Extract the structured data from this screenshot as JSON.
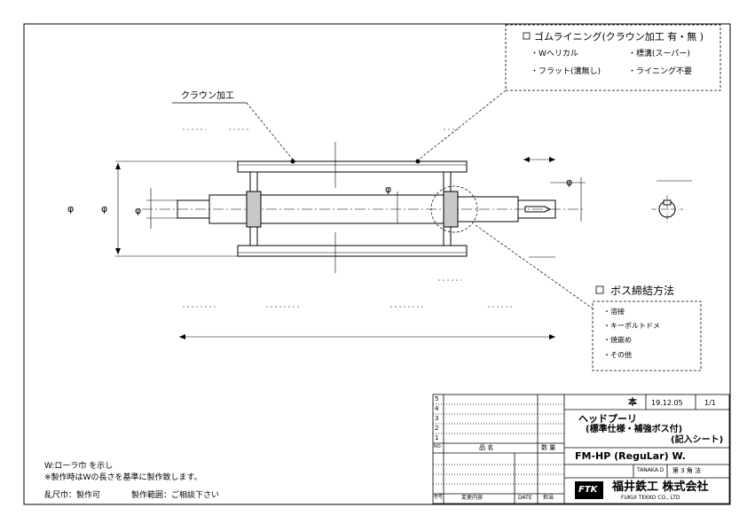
{
  "crown_box": {
    "title": "ゴムライニング(クラウン加工 有・無 )",
    "options": [
      "・Wヘリカル",
      "・標溝(スーパー)",
      "・フラット(溝無し)",
      "・ライニング不要"
    ]
  },
  "crown_label": "クラウン加工",
  "boss_box": {
    "title": "ボス締結方法",
    "options": [
      "・溶接",
      "・キーボルトドメ",
      "・焼嵌め",
      "・その他"
    ]
  },
  "dim_labels": {
    "phi": "φ"
  },
  "notes": {
    "line1": "W:ローラ巾  を示し",
    "line2": "※製作時はWの長さを基準に製作致します。",
    "line3": "乱尺巾：製作可",
    "line4": "製作範囲：ご相談下さい"
  },
  "title_block": {
    "quantity": "本",
    "date": "19.12.05",
    "scale": "1/1",
    "title_line1": "ヘッドプーリ",
    "title_line2": "(標準仕様・補強ボス付)",
    "title_line3": "(記入シート)",
    "model": "FM-HP (ReguLar) W.",
    "drawn_by": "TANAKA.D",
    "projection": "第 3 角 法",
    "company_logo": "FTK",
    "company_name": "福井鉄工 株式会社",
    "company_name_en": "FUKUI TEKKO  CO., LTD",
    "rev_rows": [
      "5",
      "4",
      "3",
      "2",
      "1"
    ],
    "col_header_no": "NO.",
    "col_header_name": "品    名",
    "col_header_qty": "数 量",
    "row_header_mark": "符号",
    "changes_label": "変更内容",
    "date_label": "DATE",
    "sign_label": "担当"
  }
}
